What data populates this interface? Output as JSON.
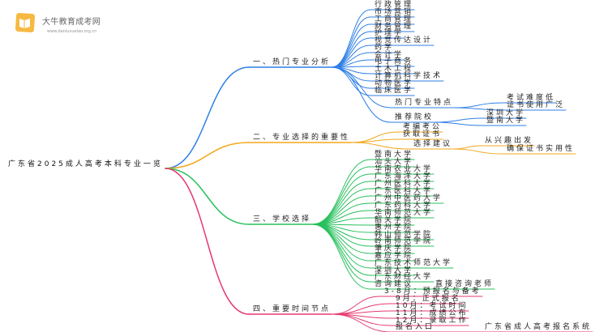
{
  "logo": {
    "name": "大牛教育成考网",
    "url": "www.daniuxuelao.org.cn",
    "icon": "book-logo-icon",
    "icon_color": "#f6b22e"
  },
  "mindmap": {
    "root": "广东省2025成人高考本科专业一览",
    "branches": [
      {
        "label": "一、热门专业分析",
        "color": "#2f7fe6",
        "children": [
          {
            "label": "行政管理"
          },
          {
            "label": "市场营销"
          },
          {
            "label": "工商管理"
          },
          {
            "label": "财务管理"
          },
          {
            "label": "护理学"
          },
          {
            "label": "视觉传达设计"
          },
          {
            "label": "药学"
          },
          {
            "label": "会计学"
          },
          {
            "label": "电子商务"
          },
          {
            "label": "土木工程"
          },
          {
            "label": "计算机科学技术"
          },
          {
            "label": "动物医学"
          },
          {
            "label": "临床医学"
          },
          {
            "label": "热门专业特点",
            "children": [
              {
                "label": "考试难度低"
              },
              {
                "label": "证书使用广泛"
              }
            ]
          },
          {
            "label": "推荐院校",
            "children": [
              {
                "label": "深圳大学"
              },
              {
                "label": "暨南大学"
              }
            ]
          }
        ]
      },
      {
        "label": "二、专业选择的重要性",
        "color": "#f2a81d",
        "children": [
          {
            "label": "考编考公"
          },
          {
            "label": "获取证书"
          },
          {
            "label": "选择建议",
            "children": [
              {
                "label": "从兴趣出发"
              },
              {
                "label": "确保证书实用性"
              }
            ]
          }
        ]
      },
      {
        "label": "三、学校选择",
        "color": "#27c05c",
        "children": [
          {
            "label": "暨南大学"
          },
          {
            "label": "汕头大学"
          },
          {
            "label": "华南农业大学"
          },
          {
            "label": "广东海洋大学"
          },
          {
            "label": "广州医科大学"
          },
          {
            "label": "广东医科大学"
          },
          {
            "label": "广州中医药大学"
          },
          {
            "label": "广东药科大学"
          },
          {
            "label": "华南师范大学"
          },
          {
            "label": "韶关学院"
          },
          {
            "label": "惠州学院"
          },
          {
            "label": "韩山师范学院"
          },
          {
            "label": "岭南师范学院"
          },
          {
            "label": "肇庆学院"
          },
          {
            "label": "嘉应学院"
          },
          {
            "label": "广东技术师范大学"
          },
          {
            "label": "深圳大学"
          },
          {
            "label": "广东财经大学"
          },
          {
            "label": "咨询建议",
            "children": [
              {
                "label": "直接咨询老师"
              }
            ]
          }
        ]
      },
      {
        "label": "四、重要时间节点",
        "color": "#e6396f",
        "children": [
          {
            "label": "3-8月：预报名与备考"
          },
          {
            "label": "9月：正式报名"
          },
          {
            "label": "10月：考试时间"
          },
          {
            "label": "11月：成绩公布"
          },
          {
            "label": "12月：录取工作"
          },
          {
            "label": "报名入口",
            "children": [
              {
                "label": "广东省成人高考报名系统"
              }
            ]
          }
        ]
      }
    ]
  }
}
